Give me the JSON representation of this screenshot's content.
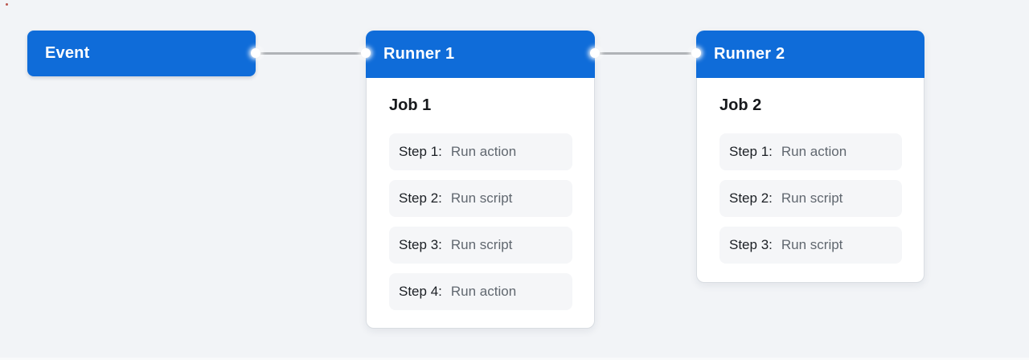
{
  "diagram": {
    "event": {
      "label": "Event"
    },
    "runner1": {
      "title": "Runner 1",
      "job_title": "Job 1",
      "steps": [
        {
          "label": "Step 1:",
          "value": "Run action"
        },
        {
          "label": "Step 2:",
          "value": "Run script"
        },
        {
          "label": "Step 3:",
          "value": "Run script"
        },
        {
          "label": "Step 4:",
          "value": "Run action"
        }
      ]
    },
    "runner2": {
      "title": "Runner 2",
      "job_title": "Job 2",
      "steps": [
        {
          "label": "Step 1:",
          "value": "Run action"
        },
        {
          "label": "Step 2:",
          "value": "Run script"
        },
        {
          "label": "Step 3:",
          "value": "Run script"
        }
      ]
    },
    "colors": {
      "accent_blue": "#0f6cd9",
      "connector_gray": "#b0b3b7",
      "card_background": "#ffffff",
      "card_border": "#d9dde2",
      "step_background": "#f5f6f8",
      "page_background": "#f2f4f7",
      "step_label_text": "#1b1f24",
      "step_value_text": "#60676f"
    }
  }
}
